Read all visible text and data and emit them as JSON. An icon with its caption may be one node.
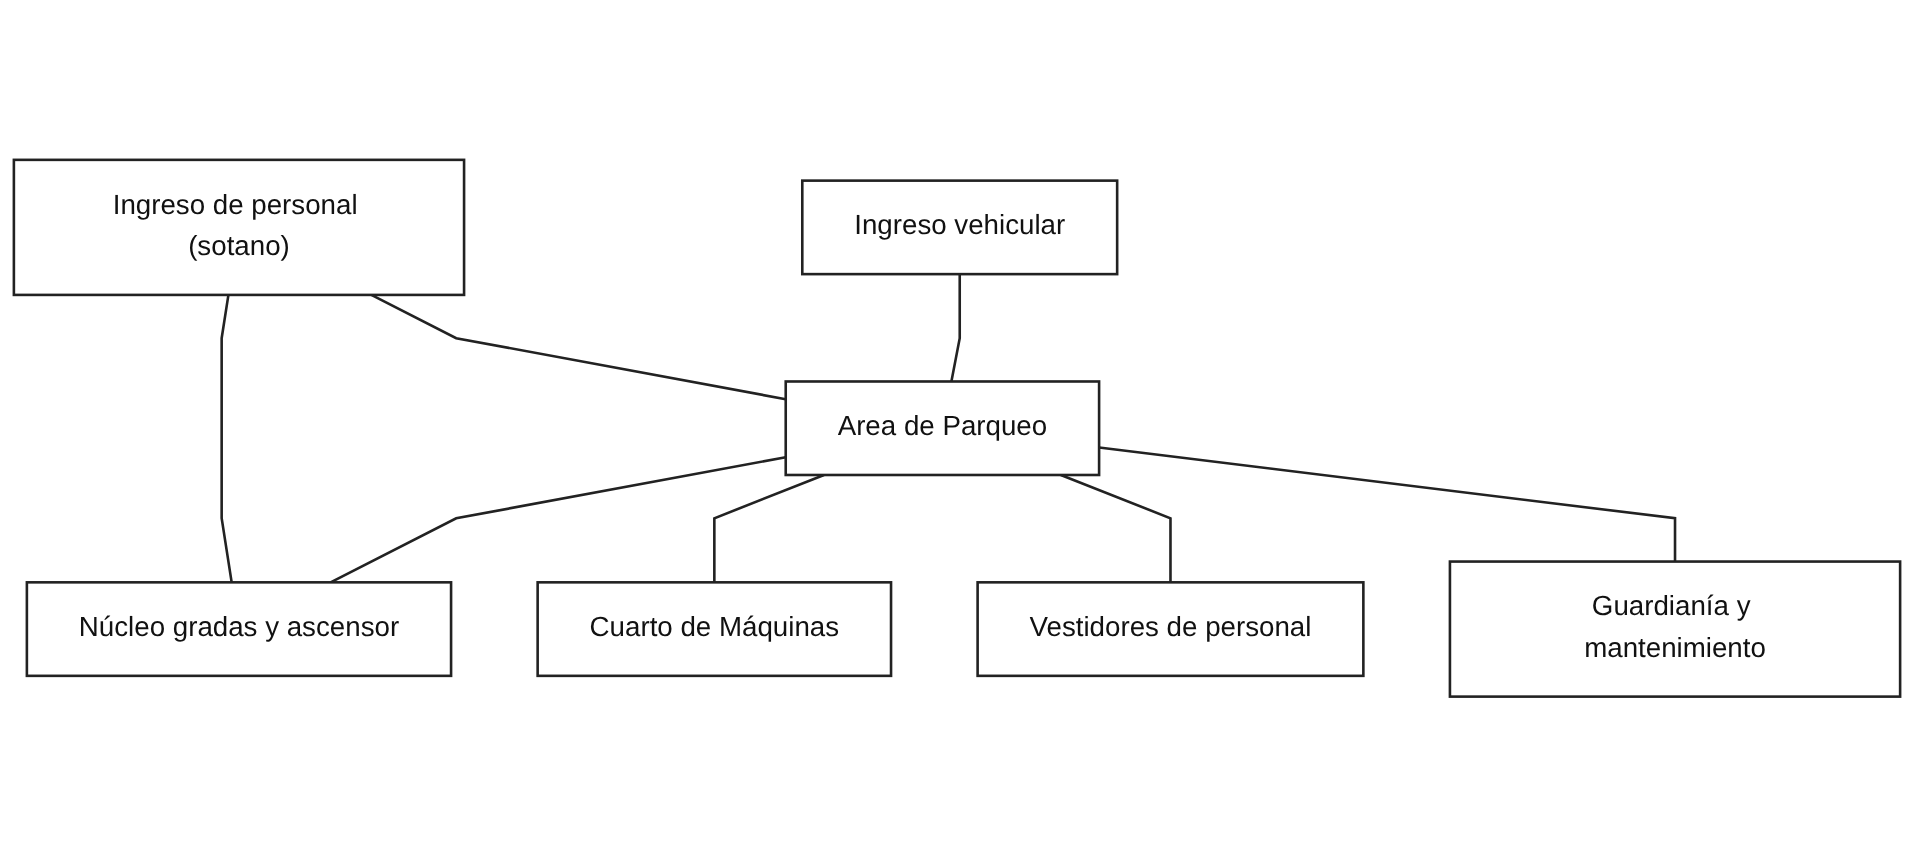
{
  "diagram": {
    "nodes": [
      {
        "text": [
          "Ingreso de personal (sotano)"
        ]
      },
      {
        "text": [
          "Ingreso vehicular"
        ]
      },
      {
        "text": [
          "Area de Parqueo"
        ]
      },
      {
        "text": [
          "Núcleo gradas y ascensor"
        ]
      },
      {
        "text": [
          "Cuarto de Máquinas"
        ]
      },
      {
        "text": [
          "Vestidores de personal"
        ]
      },
      {
        "text": [
          "Guardianía y mantenimiento"
        ]
      }
    ],
    "edges": [
      {
        "from": 0,
        "to": 2,
        "arrow": "none"
      },
      {
        "from": 0,
        "to": 3,
        "arrow": "none"
      },
      {
        "from": 1,
        "to": 2,
        "arrow": "none"
      },
      {
        "from": 2,
        "to": 3,
        "arrow": "none"
      },
      {
        "from": 2,
        "to": 4,
        "arrow": "none"
      },
      {
        "from": 2,
        "to": 5,
        "arrow": "none"
      },
      {
        "from": 2,
        "to": 6,
        "arrow": "none"
      }
    ]
  }
}
